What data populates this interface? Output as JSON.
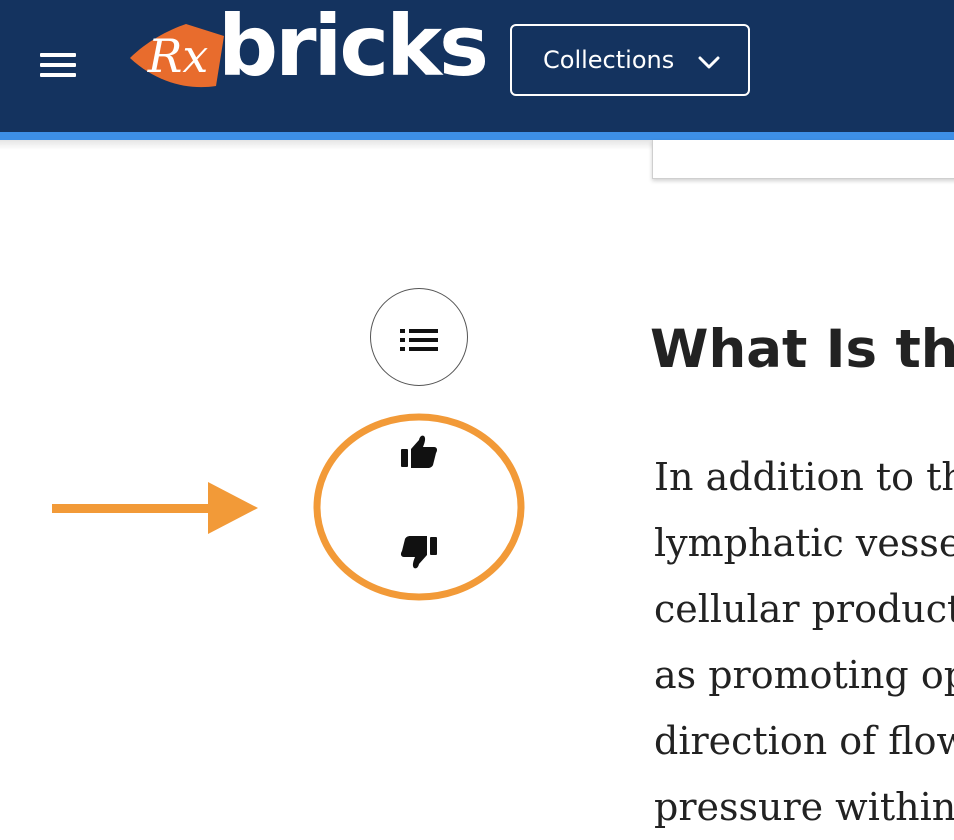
{
  "header": {
    "menu_icon": "hamburger-menu-icon",
    "logo": {
      "mark_text": "Rx",
      "word_text": "bricks",
      "mark_color": "#e86c2d",
      "word_color": "#ffffff"
    },
    "collections_button": {
      "label": "Collections",
      "icon": "chevron-down-icon"
    },
    "background_color": "#14335f",
    "accent_color": "#3d8fe6"
  },
  "sidebar": {
    "toc_button": {
      "icon": "list-icon"
    },
    "feedback": {
      "thumbs_up_icon": "thumbs-up-icon",
      "thumbs_down_icon": "thumbs-down-icon"
    }
  },
  "annotation": {
    "color": "#f29a38",
    "arrow_icon": "arrow-right-icon",
    "highlight_shape": "ellipse"
  },
  "article": {
    "heading": "What Is the",
    "body_lines": [
      "In addition to th",
      "lymphatic vessel",
      "cellular products",
      "as promoting op",
      "direction of flow",
      "pressure within t"
    ]
  }
}
